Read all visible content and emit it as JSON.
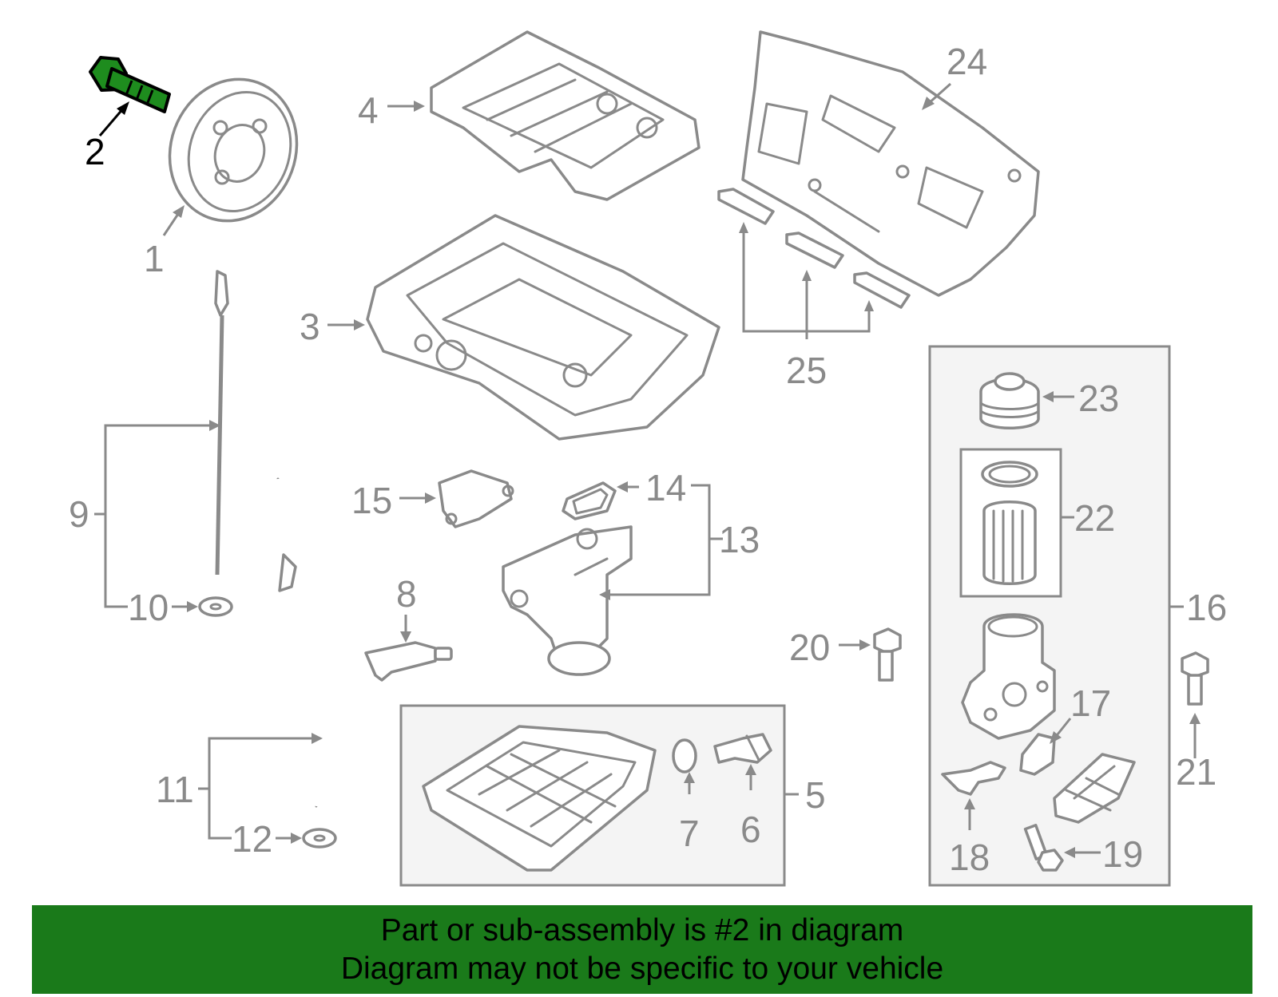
{
  "colors": {
    "highlight": "#1e8c1e",
    "banner_bg": "#1a7a1a",
    "part_line": "#8a8a8a"
  },
  "callouts": {
    "c1": "1",
    "c2": "2",
    "c3": "3",
    "c4": "4",
    "c5": "5",
    "c6": "6",
    "c7": "7",
    "c8": "8",
    "c9": "9",
    "c10": "10",
    "c11": "11",
    "c12": "12",
    "c13": "13",
    "c14": "14",
    "c15": "15",
    "c16": "16",
    "c17": "17",
    "c18": "18",
    "c19": "19",
    "c20": "20",
    "c21": "21",
    "c22": "22",
    "c23": "23",
    "c24": "24",
    "c25": "25"
  },
  "highlighted_part": "2",
  "banner": {
    "line1": "Part or sub-assembly is #2 in diagram",
    "line2": "Diagram may not be specific to your vehicle"
  }
}
